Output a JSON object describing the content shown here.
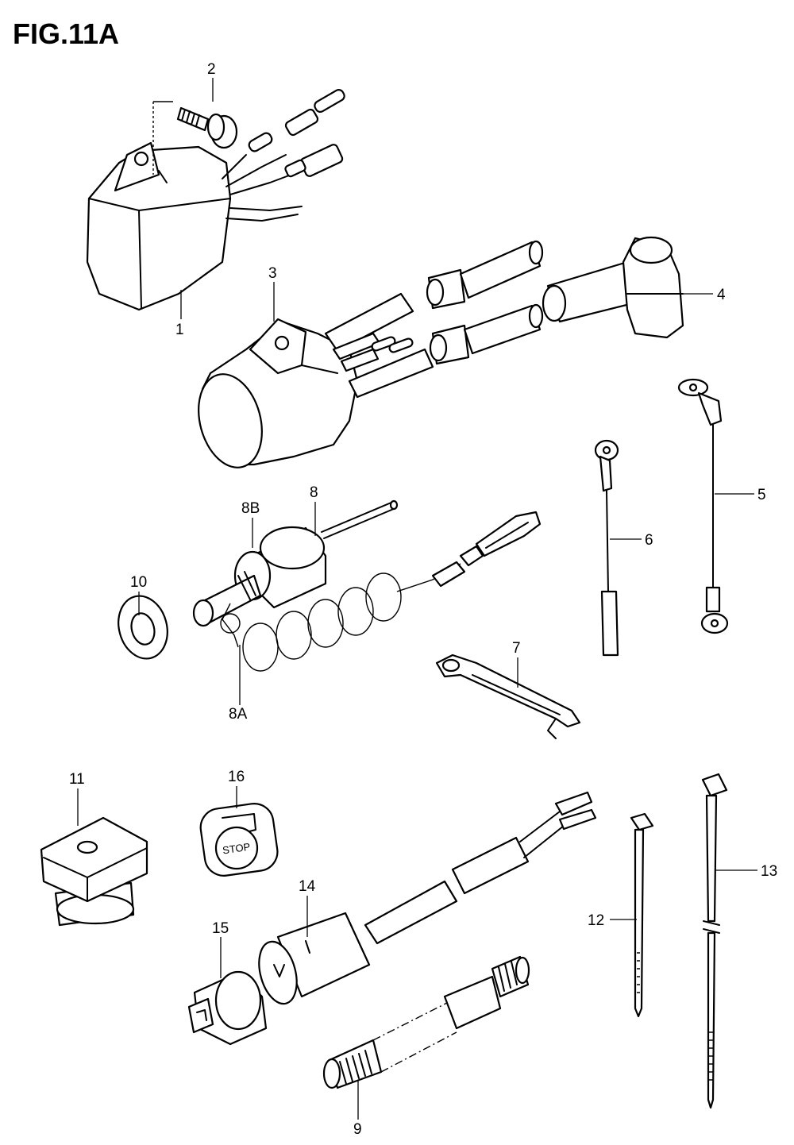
{
  "figure": {
    "title": "FIG.11A"
  },
  "parts": [
    {
      "id": "p1",
      "label": "1"
    },
    {
      "id": "p2",
      "label": "2"
    },
    {
      "id": "p3",
      "label": "3"
    },
    {
      "id": "p4",
      "label": "4"
    },
    {
      "id": "p5",
      "label": "5"
    },
    {
      "id": "p6",
      "label": "6"
    },
    {
      "id": "p7",
      "label": "7"
    },
    {
      "id": "p8",
      "label": "8"
    },
    {
      "id": "p8a",
      "label": "8A"
    },
    {
      "id": "p8b",
      "label": "8B"
    },
    {
      "id": "p9",
      "label": "9"
    },
    {
      "id": "p10",
      "label": "10"
    },
    {
      "id": "p11",
      "label": "11"
    },
    {
      "id": "p12",
      "label": "12"
    },
    {
      "id": "p13",
      "label": "13"
    },
    {
      "id": "p14",
      "label": "14"
    },
    {
      "id": "p15",
      "label": "15"
    },
    {
      "id": "p16",
      "label": "16"
    }
  ],
  "stop_switch": {
    "text": "STOP"
  }
}
